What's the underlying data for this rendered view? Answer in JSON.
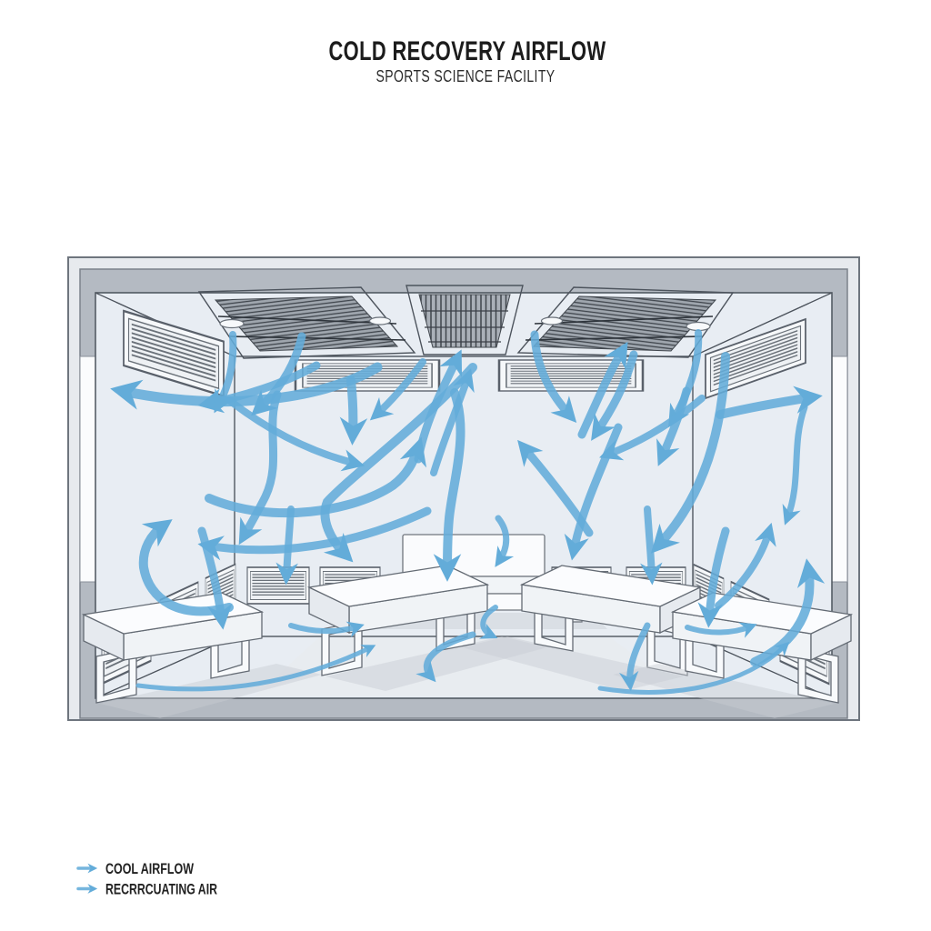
{
  "title": "COLD RECOVERY AIRFLOW",
  "subtitle": "SPORTS SCIENCE FACILITY",
  "legend": {
    "items": [
      {
        "id": "cool-airflow",
        "label": "COOL AIRFLOW"
      },
      {
        "id": "recirculating-air",
        "label": "RECRRCUATING AIR"
      }
    ]
  },
  "colors": {
    "airflow_arrow": "#63ACD9",
    "structure_line": "#4d545d",
    "frame_band": "#b4bac2",
    "frame_light": "#e7eaee",
    "wall": "#e8edf3",
    "ceiling": "#f2f5f8",
    "floor": "#dde2e8",
    "grille": "#454b52",
    "text": "#1c1c1c"
  },
  "room": {
    "description": "cutaway perspective of cold recovery room",
    "ceiling_diffusers": 3,
    "ceiling_lights": 4,
    "back_wall_vents_upper": 2,
    "back_wall_vents_lower": 4,
    "left_wall_vents": 4,
    "right_wall_vents": 4,
    "recovery_tables": 4,
    "benches": 1
  }
}
